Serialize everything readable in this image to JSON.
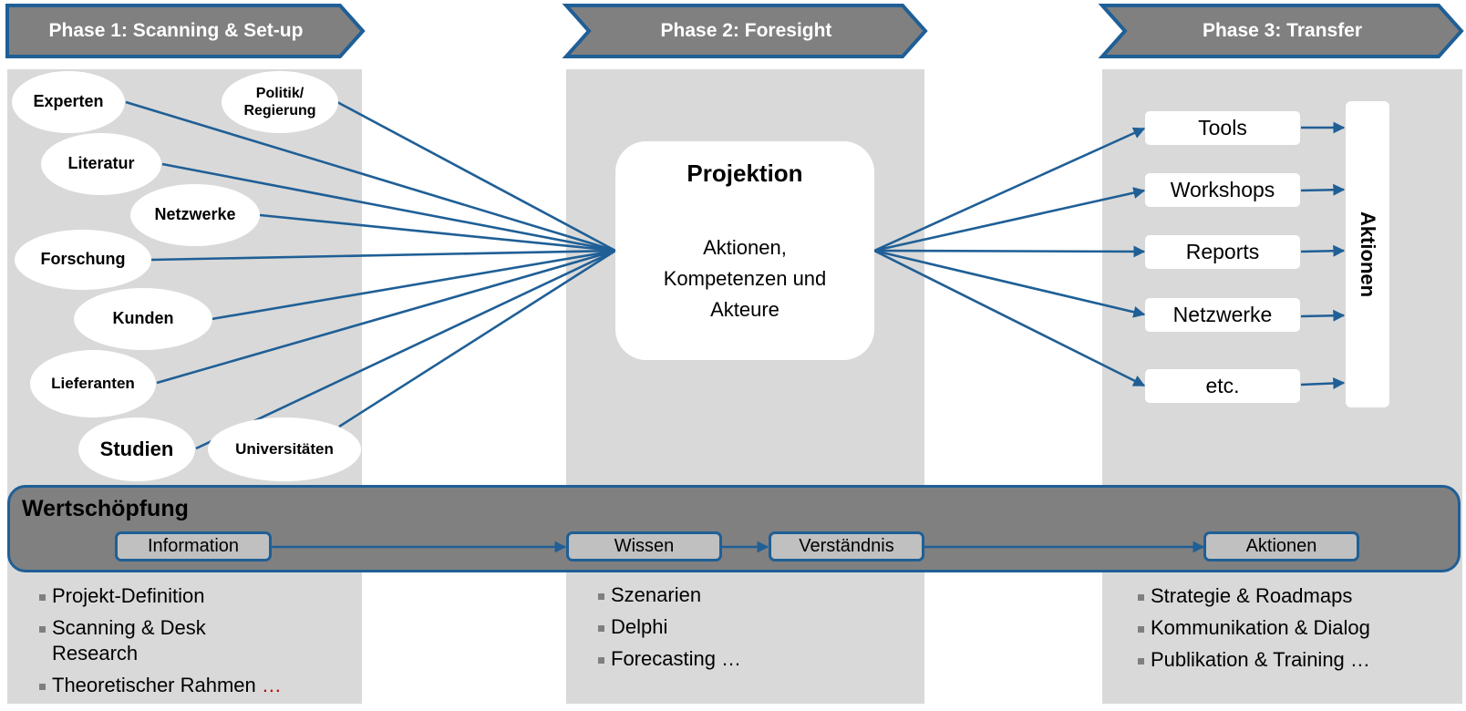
{
  "phases": [
    {
      "label": "Phase 1: Scanning & Set-up"
    },
    {
      "label": "Phase 2: Foresight"
    },
    {
      "label": "Phase 3: Transfer"
    }
  ],
  "sources": [
    {
      "label": "Experten"
    },
    {
      "label": "Politik/\nRegierung"
    },
    {
      "label": "Literatur"
    },
    {
      "label": "Netzwerke"
    },
    {
      "label": "Forschung"
    },
    {
      "label": "Kunden"
    },
    {
      "label": "Lieferanten"
    },
    {
      "label": "Studien"
    },
    {
      "label": "Universitäten"
    }
  ],
  "projection": {
    "title": "Projektion",
    "line1": "Aktionen,",
    "line2": "Kompetenzen und",
    "line3": "Akteure"
  },
  "outputs": [
    {
      "label": "Tools"
    },
    {
      "label": "Workshops"
    },
    {
      "label": "Reports"
    },
    {
      "label": "Netzwerke"
    },
    {
      "label": "etc."
    }
  ],
  "actions_bar": {
    "label": "Aktionen"
  },
  "value_chain": {
    "title": "Wertschöpfung",
    "stages": [
      {
        "label": "Information"
      },
      {
        "label": "Wissen"
      },
      {
        "label": "Verständnis"
      },
      {
        "label": "Aktionen"
      }
    ]
  },
  "methods": {
    "phase1": [
      "Projekt-Definition",
      "Scanning & Desk Research",
      "Theoretischer Rahmen"
    ],
    "phase1_trailing": "…",
    "phase2": [
      "Szenarien",
      "Delphi",
      "Forecasting …"
    ],
    "phase3": [
      "Strategie & Roadmaps",
      "Kommunikation & Dialog",
      "Publikation & Training …"
    ]
  },
  "colors": {
    "arrow_blue": "#1f5f96",
    "phase_fill": "#808080",
    "column_bg": "#d9d9d9",
    "stage_fill": "#c0c0c0",
    "ellipsis_red": "#c00000"
  }
}
